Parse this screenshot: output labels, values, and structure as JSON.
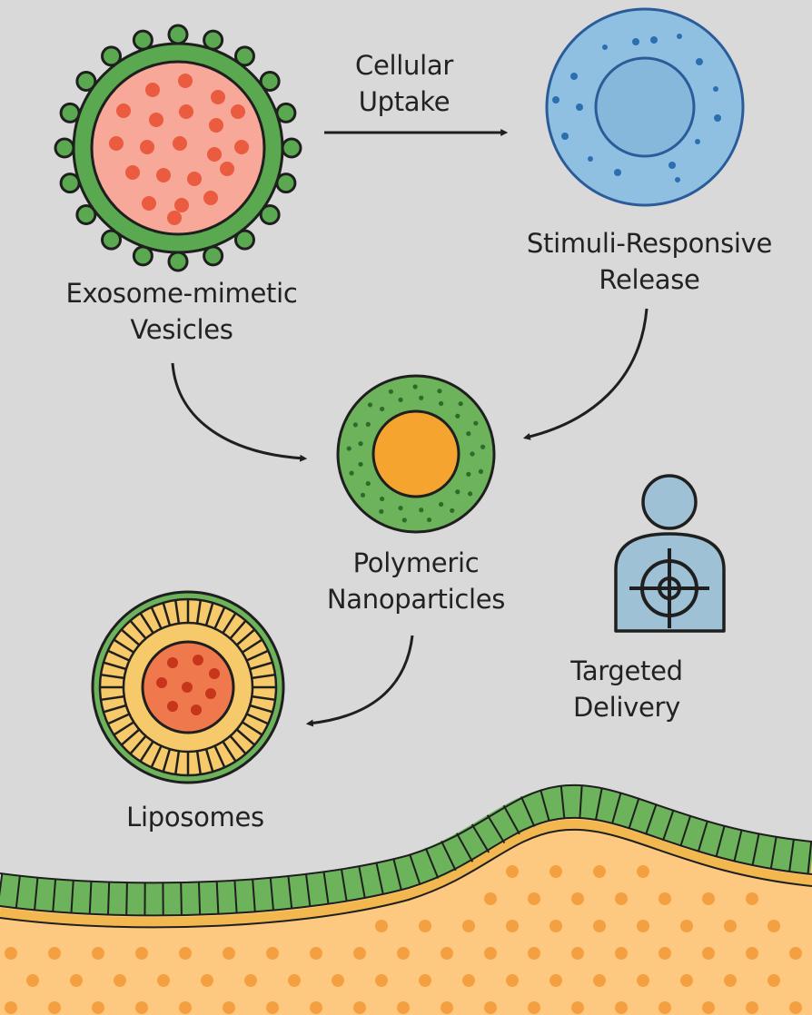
{
  "labels": {
    "exosome": [
      "Exosome-mimetic",
      "Vesicles"
    ],
    "uptake": [
      "Cellular",
      "Uptake"
    ],
    "stimuli": [
      "Stimuli-Responsive",
      "Release"
    ],
    "polymeric": [
      "Polymeric",
      "Nanoparticles"
    ],
    "targeted": [
      "Targeted",
      "Delivery"
    ],
    "liposomes": [
      "Liposomes"
    ]
  },
  "colors": {
    "background": "#d9d9d9",
    "outline": "#1f1f1f",
    "membrane_green": "#5aa84f",
    "exosome_core": "#f7a898",
    "exosome_dots": "#ea5b3f",
    "cell_blue": "#8fc0e2",
    "cell_edge": "#2b5c9a",
    "polymer_shell": "#6db35b",
    "polymer_core": "#f5a430",
    "liposome_shell": "#f6c96a",
    "liposome_core": "#f0784d",
    "person_blue": "#9ec1d5",
    "tissue_fill": "#fdc880",
    "tissue_dots": "#f5a040"
  },
  "icons": {
    "exosome": "exosome-vesicle-icon",
    "cell": "target-cell-icon",
    "polymeric": "polymeric-nanoparticle-icon",
    "liposome": "liposome-icon",
    "targeted": "targeted-person-icon",
    "tissue": "tissue-membrane-icon"
  }
}
